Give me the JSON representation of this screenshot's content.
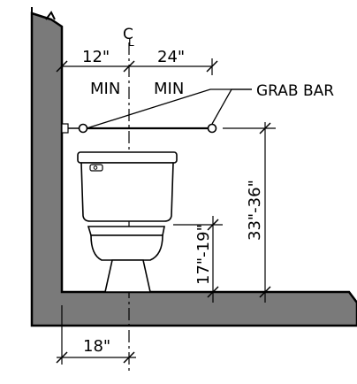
{
  "diagram": {
    "centerline_symbol": "C",
    "centerline_sub": "L",
    "dim_left_value": "12\"",
    "dim_left_qualifier": "MIN",
    "dim_right_value": "24\"",
    "dim_right_qualifier": "MIN",
    "grab_bar_label": "GRAB BAR",
    "dim_bar_height": "33\"-36\"",
    "dim_seat_height": "17\"-19\"",
    "dim_bottom": "18\""
  },
  "colors": {
    "wall_fill": "#7a7a7a",
    "line": "#000000",
    "fixture_fill": "#ffffff"
  }
}
